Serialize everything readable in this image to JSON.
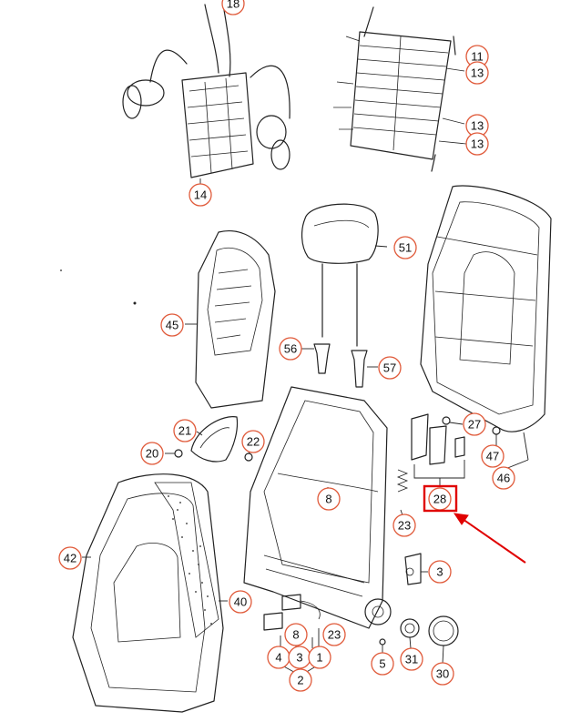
{
  "callouts": {
    "c18": "18",
    "c11": "11",
    "c13a": "13",
    "c13b": "13",
    "c13c": "13",
    "c14": "14",
    "c51": "51",
    "c45": "45",
    "c56": "56",
    "c57": "57",
    "c27": "27",
    "c47": "47",
    "c46": "46",
    "c21": "21",
    "c22": "22",
    "c20": "20",
    "c28": "28",
    "c8": "8",
    "c23a": "23",
    "c42": "42",
    "c3a": "3",
    "c40": "40",
    "c8b": "8",
    "c23b": "23",
    "c4": "4",
    "c3b": "3",
    "c1": "1",
    "c2": "2",
    "c31": "31",
    "c5": "5",
    "c30": "30"
  },
  "highlight": {
    "label": "28",
    "color": "#e00000"
  },
  "colors": {
    "callout_stroke": "#e05a3a",
    "line": "#222222"
  }
}
